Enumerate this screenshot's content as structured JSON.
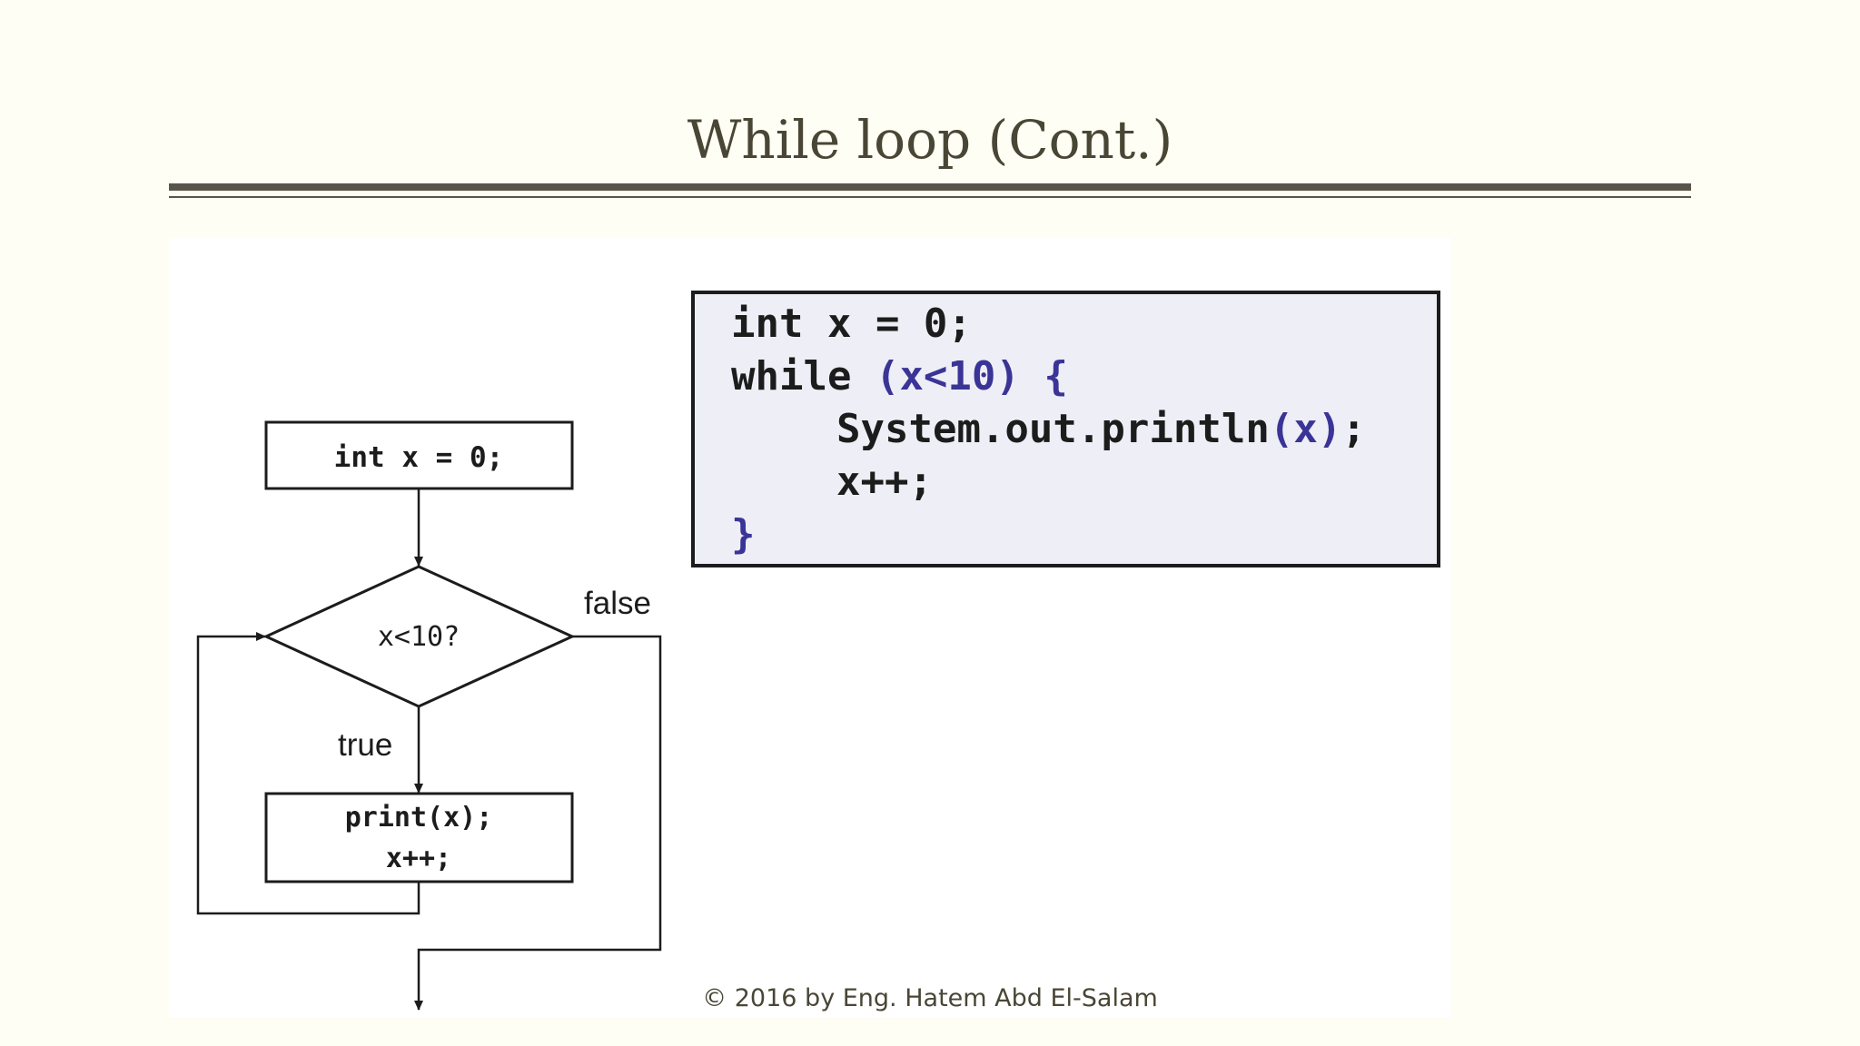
{
  "slide": {
    "title": "While loop (Cont.)",
    "footer": "©  2016 by Eng.  Hatem Abd El-Salam"
  },
  "flowchart": {
    "init_box": "int x = 0;",
    "condition": "x<10?",
    "true_label": "true",
    "false_label": "false",
    "body_line1": "print(x);",
    "body_line2": "x++;"
  },
  "code": {
    "line1": "int x = 0;",
    "line2_kw": "while ",
    "line2_cond": "(x<10) {",
    "line3_call": "System.out.println",
    "line3_args": "(x)",
    "line3_end": ";",
    "line4": "x++;",
    "line5": "}"
  },
  "colors": {
    "background": "#fefef4",
    "title": "#4a4636",
    "code_bg": "#eeeef6",
    "code_accent": "#3b3497"
  }
}
